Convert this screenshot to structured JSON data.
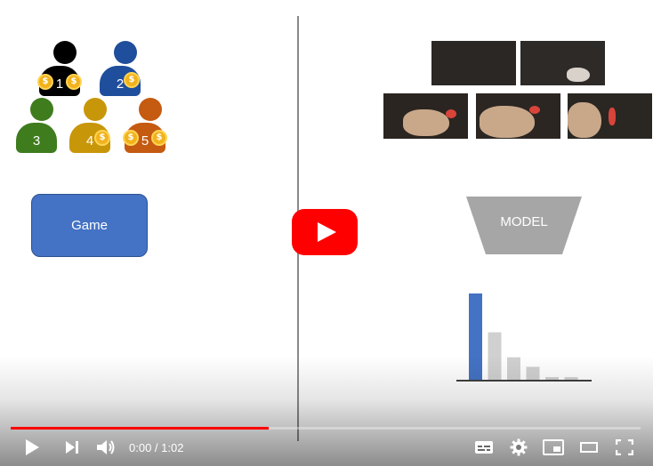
{
  "slide": {
    "players": [
      {
        "label": "1",
        "color": "#000000"
      },
      {
        "label": "2",
        "color": "#1f4e9c"
      },
      {
        "label": "3",
        "color": "#3e7c1e"
      },
      {
        "label": "4",
        "color": "#c89609"
      },
      {
        "label": "5",
        "color": "#c55a11"
      }
    ],
    "coin_symbol": "$",
    "game_label": "Game",
    "model_label": "MODEL",
    "bar_chart_values": [
      1.0,
      0.55,
      0.26,
      0.15,
      0.03,
      0.03
    ],
    "bar_colors": {
      "highlight": "#4472c4",
      "other": "#d0d0d0"
    }
  },
  "player_controls": {
    "time_display": "0:00 / 1:02",
    "progress_fraction": 0.41,
    "icons": [
      "play-icon",
      "next-icon",
      "volume-icon",
      "subtitles-icon",
      "settings-icon",
      "miniplayer-icon",
      "theater-icon",
      "fullscreen-icon"
    ]
  },
  "colors": {
    "youtube_red": "#ff0000",
    "model_gray": "#a6a6a6"
  }
}
